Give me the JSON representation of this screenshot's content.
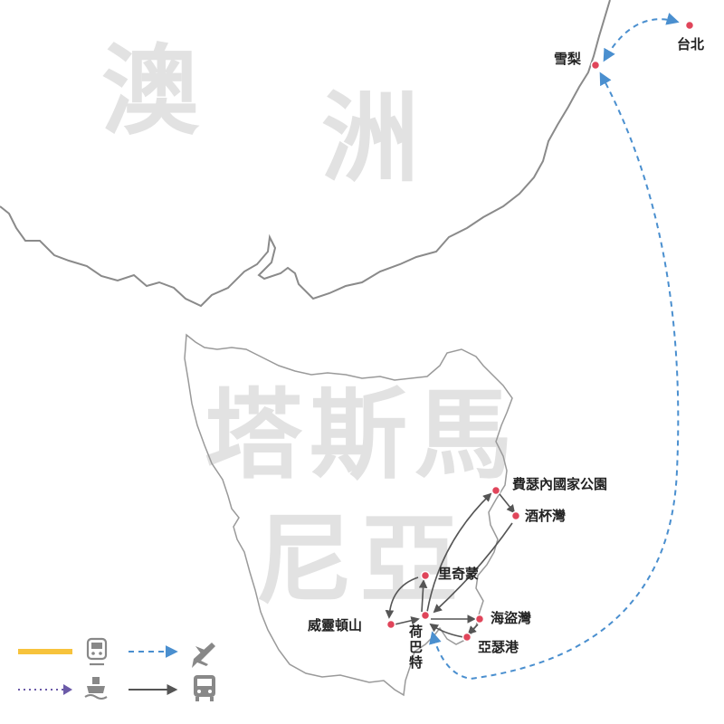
{
  "map": {
    "region_big_labels": {
      "australia": [
        "澳",
        "洲"
      ],
      "tasmania": [
        "塔",
        "斯",
        "馬",
        "尼",
        "亞"
      ]
    },
    "places": {
      "taipei": "台北",
      "sydney": "雪梨",
      "freycinet": "費瑟內國家公園",
      "wineglass_bay": "酒杯灣",
      "richmond": "里奇蒙",
      "mount_wellington": "威靈頓山",
      "hobart": "荷巴特",
      "pirates_bay": "海盜灣",
      "port_arthur": "亞瑟港"
    },
    "colors": {
      "coast": "#8a8a8a",
      "point": "#e0455a",
      "flight": "#4a8fcf",
      "road": "#555555",
      "rail": "#f7c33c",
      "ferry": "#6b5aa8",
      "icon": "#888888"
    }
  },
  "legend": [
    {
      "mode": "rail",
      "line": "solid-yellow",
      "icon": "train-icon"
    },
    {
      "mode": "flight",
      "line": "dashed-blue",
      "icon": "airplane-icon"
    },
    {
      "mode": "ferry",
      "line": "dotted-purple",
      "icon": "ship-icon"
    },
    {
      "mode": "road",
      "line": "solid-dark",
      "icon": "bus-icon"
    }
  ]
}
